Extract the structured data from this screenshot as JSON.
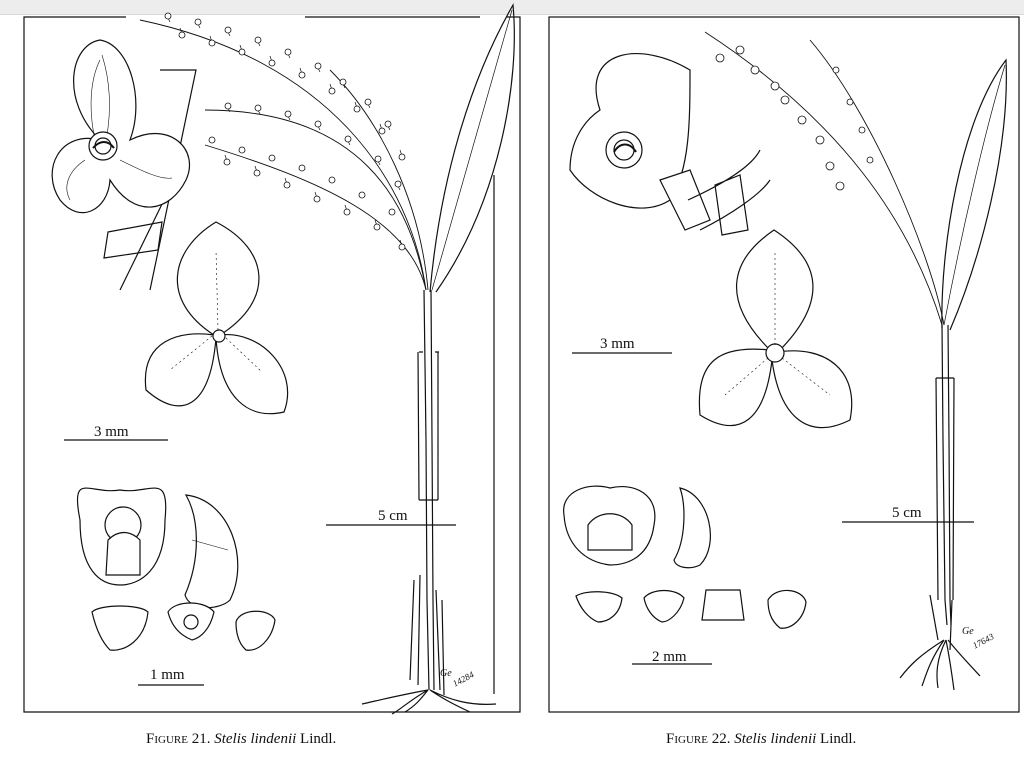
{
  "figures": [
    {
      "number_label": "Figure 21.",
      "species": "Stelis lindenii",
      "author": "Lindl.",
      "scale_labels": {
        "flower": "3 mm",
        "plant": "5 cm",
        "parts": "1 mm"
      },
      "collection_number": "14284",
      "artist_mark": "Ge"
    },
    {
      "number_label": "Figure 22.",
      "species": "Stelis lindenii",
      "author": "Lindl.",
      "scale_labels": {
        "flower": "3 mm",
        "plant": "5 cm",
        "parts": "2 mm"
      },
      "collection_number": "17643",
      "artist_mark": "Ge"
    }
  ],
  "colors": {
    "ink": "#111111",
    "page": "#ffffff"
  }
}
